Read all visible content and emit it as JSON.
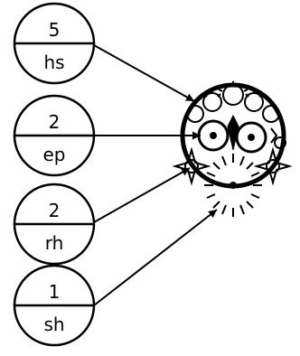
{
  "legend": [
    {
      "top": "5",
      "bottom": "hs"
    },
    {
      "top": "2",
      "bottom": "ep"
    },
    {
      "top": "2",
      "bottom": "rh"
    },
    {
      "top": "1",
      "bottom": "sh"
    }
  ],
  "colors": {
    "ink": "#000000",
    "background": "#ffffff"
  },
  "icon": "gear-mechanism-icon"
}
